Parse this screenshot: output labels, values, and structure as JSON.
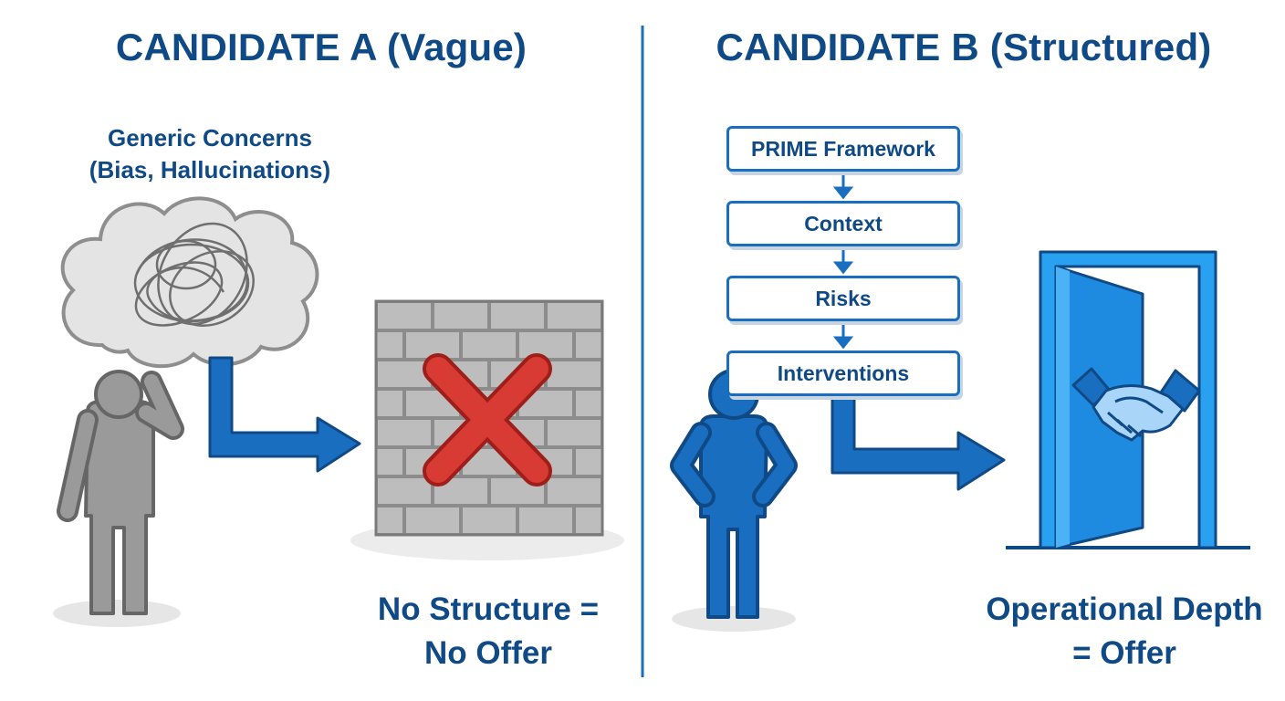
{
  "left": {
    "title": "CANDIDATE A (Vague)",
    "concern_lines": [
      "Generic Concerns",
      "(Bias, Hallucinations)"
    ],
    "result_lines": [
      "No Structure =",
      "No Offer"
    ]
  },
  "right": {
    "title": "CANDIDATE B (Structured)",
    "steps": [
      "PRIME Framework",
      "Context",
      "Risks",
      "Interventions"
    ],
    "result_lines": [
      "Operational Depth",
      "= Offer"
    ]
  },
  "icons": {
    "left_figure": "confused-person-icon",
    "thought": "tangled-thought-cloud-icon",
    "wall": "brick-wall-icon",
    "reject": "red-x-icon",
    "right_figure": "confident-person-icon",
    "door": "open-door-icon",
    "deal": "handshake-icon",
    "arrow": "bent-arrow-icon"
  },
  "colors": {
    "title_blue": "#0f4a86",
    "accent_blue": "#1a6ec0",
    "door_blue": "#1f8be0",
    "gray": "#9a9a9a",
    "red": "#d83a34"
  }
}
